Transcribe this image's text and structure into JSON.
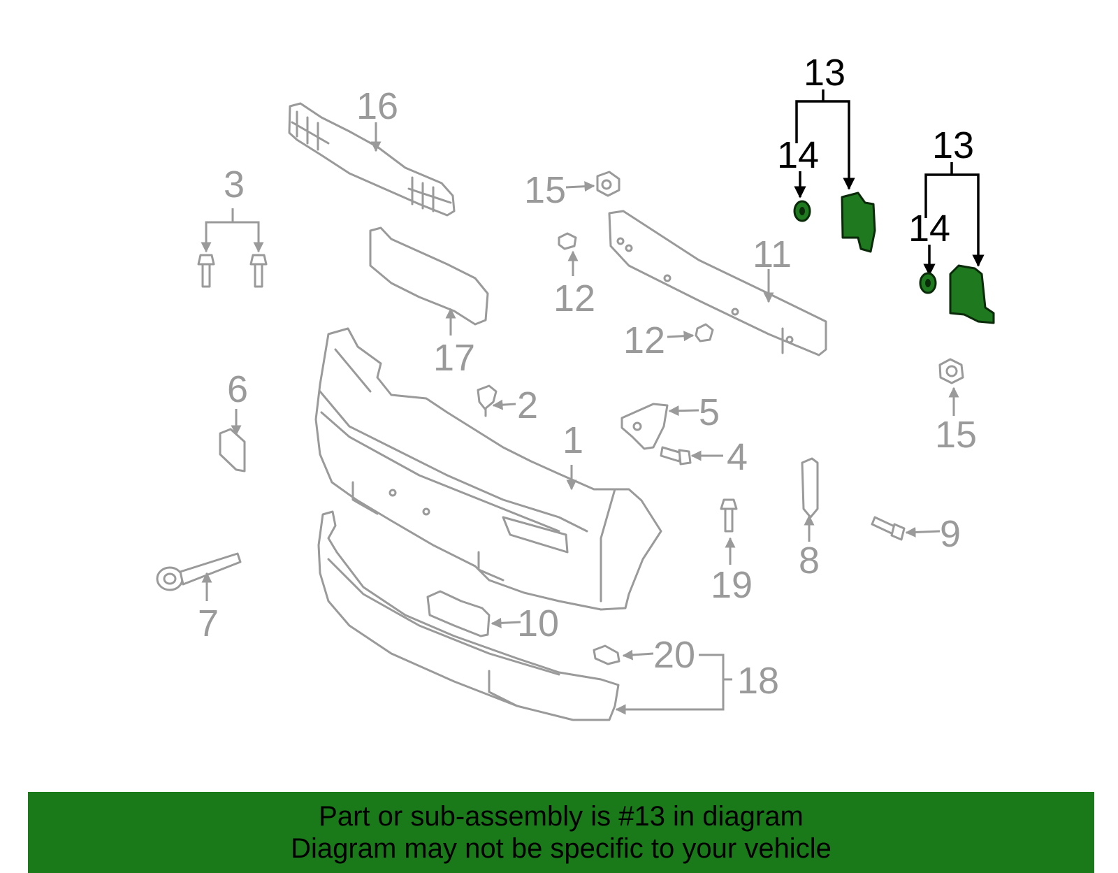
{
  "callouts": {
    "c1": "1",
    "c2": "2",
    "c3": "3",
    "c4": "4",
    "c5": "5",
    "c6": "6",
    "c7": "7",
    "c8": "8",
    "c9": "9",
    "c10": "10",
    "c11": "11",
    "c12a": "12",
    "c12b": "12",
    "c13a": "13",
    "c13b": "13",
    "c14a": "14",
    "c14b": "14",
    "c15a": "15",
    "c15b": "15",
    "c16": "16",
    "c17": "17",
    "c18": "18",
    "c19": "19",
    "c20": "20"
  },
  "highlight_color": "#1f7a1f",
  "banner": {
    "line1": "Part or sub-assembly is #13 in diagram",
    "line2": "Diagram may not be specific to your vehicle",
    "background": "#1a7a1a"
  }
}
